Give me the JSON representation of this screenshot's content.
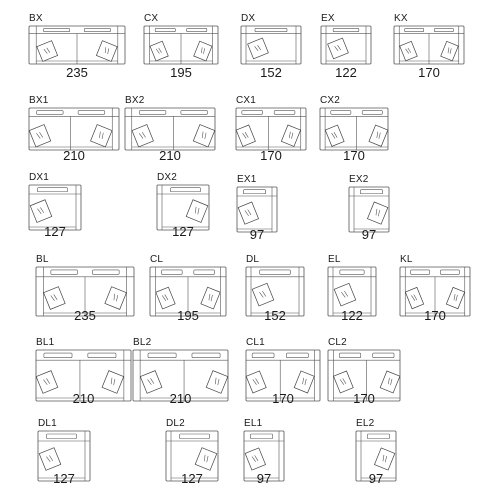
{
  "sofa_modules": [
    {
      "code": "BX",
      "width": "235",
      "kind": "X2"
    },
    {
      "code": "CX",
      "width": "195",
      "kind": "X2"
    },
    {
      "code": "DX",
      "width": "152",
      "kind": "X1"
    },
    {
      "code": "EX",
      "width": "122",
      "kind": "X1"
    },
    {
      "code": "KX",
      "width": "170",
      "kind": "X2"
    },
    {
      "code": "BX1",
      "width": "210",
      "kind": "XL"
    },
    {
      "code": "BX2",
      "width": "210",
      "kind": "XR"
    },
    {
      "code": "CX1",
      "width": "170",
      "kind": "XL"
    },
    {
      "code": "CX2",
      "width": "170",
      "kind": "XR"
    },
    {
      "code": "DX1",
      "width": "127",
      "kind": "SL"
    },
    {
      "code": "DX2",
      "width": "127",
      "kind": "SR"
    },
    {
      "code": "EX1",
      "width": "97",
      "kind": "SL"
    },
    {
      "code": "EX2",
      "width": "97",
      "kind": "SR"
    },
    {
      "code": "BL",
      "width": "235",
      "kind": "L2"
    },
    {
      "code": "CL",
      "width": "195",
      "kind": "L2"
    },
    {
      "code": "DL",
      "width": "152",
      "kind": "L1"
    },
    {
      "code": "EL",
      "width": "122",
      "kind": "L1"
    },
    {
      "code": "KL",
      "width": "170",
      "kind": "L2"
    },
    {
      "code": "BL1",
      "width": "210",
      "kind": "LL"
    },
    {
      "code": "BL2",
      "width": "210",
      "kind": "LR"
    },
    {
      "code": "CL1",
      "width": "170",
      "kind": "LL"
    },
    {
      "code": "CL2",
      "width": "170",
      "kind": "LR"
    },
    {
      "code": "DL1",
      "width": "127",
      "kind": "SL"
    },
    {
      "code": "DL2",
      "width": "127",
      "kind": "SR"
    },
    {
      "code": "EL1",
      "width": "97",
      "kind": "SL"
    },
    {
      "code": "EL2",
      "width": "97",
      "kind": "SR"
    }
  ]
}
